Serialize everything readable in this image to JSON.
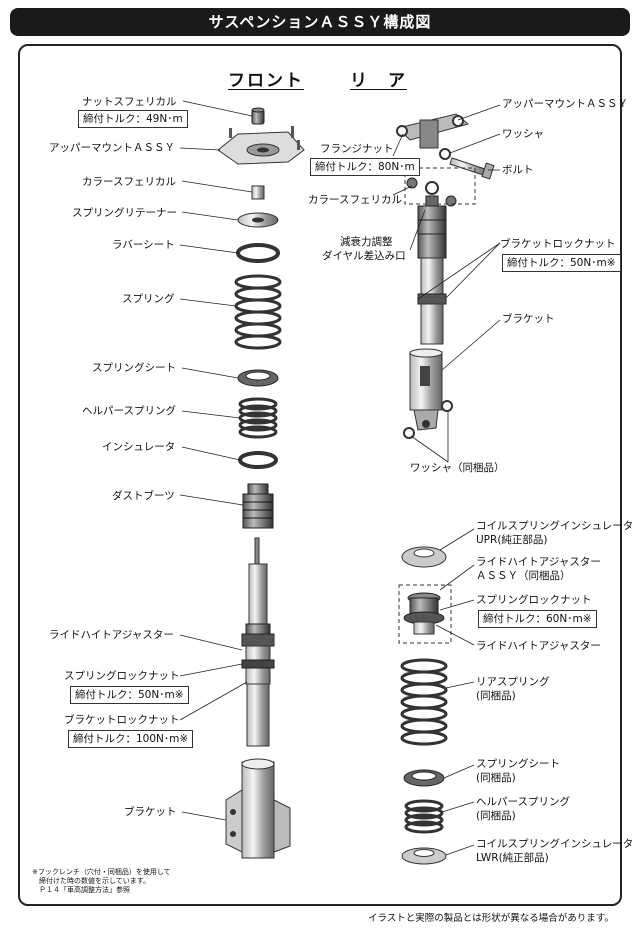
{
  "title": "サスペンションＡＳＳＹ構成図",
  "headings": {
    "front": "フロント",
    "rear": "リ　ア"
  },
  "front": {
    "nut": "ナットスフェリカル",
    "nut_torque": "締付トルク：49N･m",
    "upper_mount": "アッパーマウントＡＳＳＹ",
    "collar": "カラースフェリカル",
    "retainer": "スプリングリテーナー",
    "rubber_seat": "ラバーシート",
    "spring": "スプリング",
    "spring_seat": "スプリングシート",
    "helper_spring": "ヘルパースプリング",
    "insulator": "インシュレータ",
    "dust_boot": "ダストブーツ",
    "ride_height": "ライドハイトアジャスター",
    "spring_lock_nut": "スプリングロックナット",
    "spring_lock_torque": "締付トルク：50N･m※",
    "bracket_lock_nut": "ブラケットロックナット",
    "bracket_lock_torque": "締付トルク：100N･m※",
    "bracket": "ブラケット"
  },
  "rear": {
    "upper_mount": "アッパーマウントＡＳＳＹ",
    "washer": "ワッシャ",
    "bolt": "ボルト",
    "flange_nut": "フランジナット",
    "flange_nut_torque": "締付トルク：80N･m",
    "collar": "カラースフェリカル",
    "damping_dial_1": "減衰力調整",
    "damping_dial_2": "ダイヤル差込み口",
    "bracket_lock_nut": "ブラケットロックナット",
    "bracket_lock_torque": "締付トルク：50N･m※",
    "bracket": "ブラケット",
    "washer_included": "ワッシャ（同梱品）",
    "coil_upr_1": "コイルスプリングインシュレータ",
    "coil_upr_2": "UPR(純正部品)",
    "ride_height_assy_1": "ライドハイトアジャスター",
    "ride_height_assy_2": "ＡＳＳＹ（同梱品）",
    "spring_lock_nut": "スプリングロックナット",
    "spring_lock_torque": "締付トルク：60N･m※",
    "ride_height": "ライドハイトアジャスター",
    "rear_spring_1": "リアスプリング",
    "rear_spring_2": "(同梱品)",
    "spring_seat_1": "スプリングシート",
    "spring_seat_2": "(同梱品)",
    "helper_spring_1": "ヘルパースプリング",
    "helper_spring_2": "(同梱品)",
    "coil_lwr_1": "コイルスプリングインシュレータ",
    "coil_lwr_2": "LWR(純正部品)"
  },
  "footnote": {
    "line1": "※フックレンチ（穴付・同梱品）を使用して",
    "line2": "　締付けた時の数値を示しています。",
    "line3": "　Ｐ１４「車高調整方法」参照"
  },
  "disclaimer": "イラストと実際の製品とは形状が異なる場合があります。"
}
